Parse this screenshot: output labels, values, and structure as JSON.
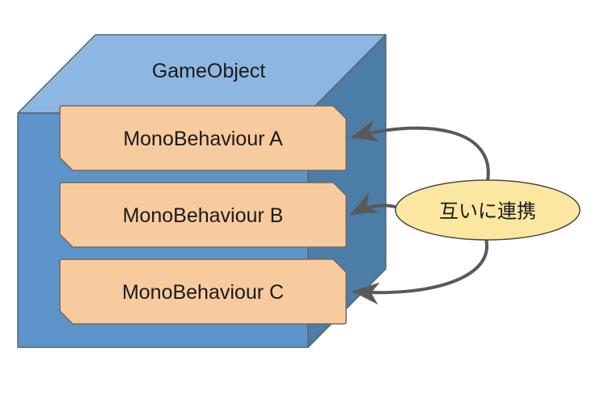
{
  "diagram": {
    "container": {
      "label": "GameObject",
      "shape": "3d-cube"
    },
    "components": [
      {
        "label": "MonoBehaviour A"
      },
      {
        "label": "MonoBehaviour B"
      },
      {
        "label": "MonoBehaviour C"
      }
    ],
    "annotation": {
      "label": "互いに連携",
      "shape": "ellipse",
      "arrows_to": [
        "MonoBehaviour A",
        "MonoBehaviour B",
        "MonoBehaviour C"
      ]
    },
    "colors": {
      "cube_top": "#8EB6E2",
      "cube_front": "#5C94C9",
      "cube_side": "#4C7DA9",
      "cube_border": "#5a646e",
      "component_fill": "#F8CB9E",
      "component_border": "#6e6a64",
      "annotation_fill": "#FBE7A0",
      "annotation_border": "#4a4a4a",
      "arrow": "#595959",
      "text": "#1A1A1A",
      "background": "#FFFFFF"
    }
  }
}
